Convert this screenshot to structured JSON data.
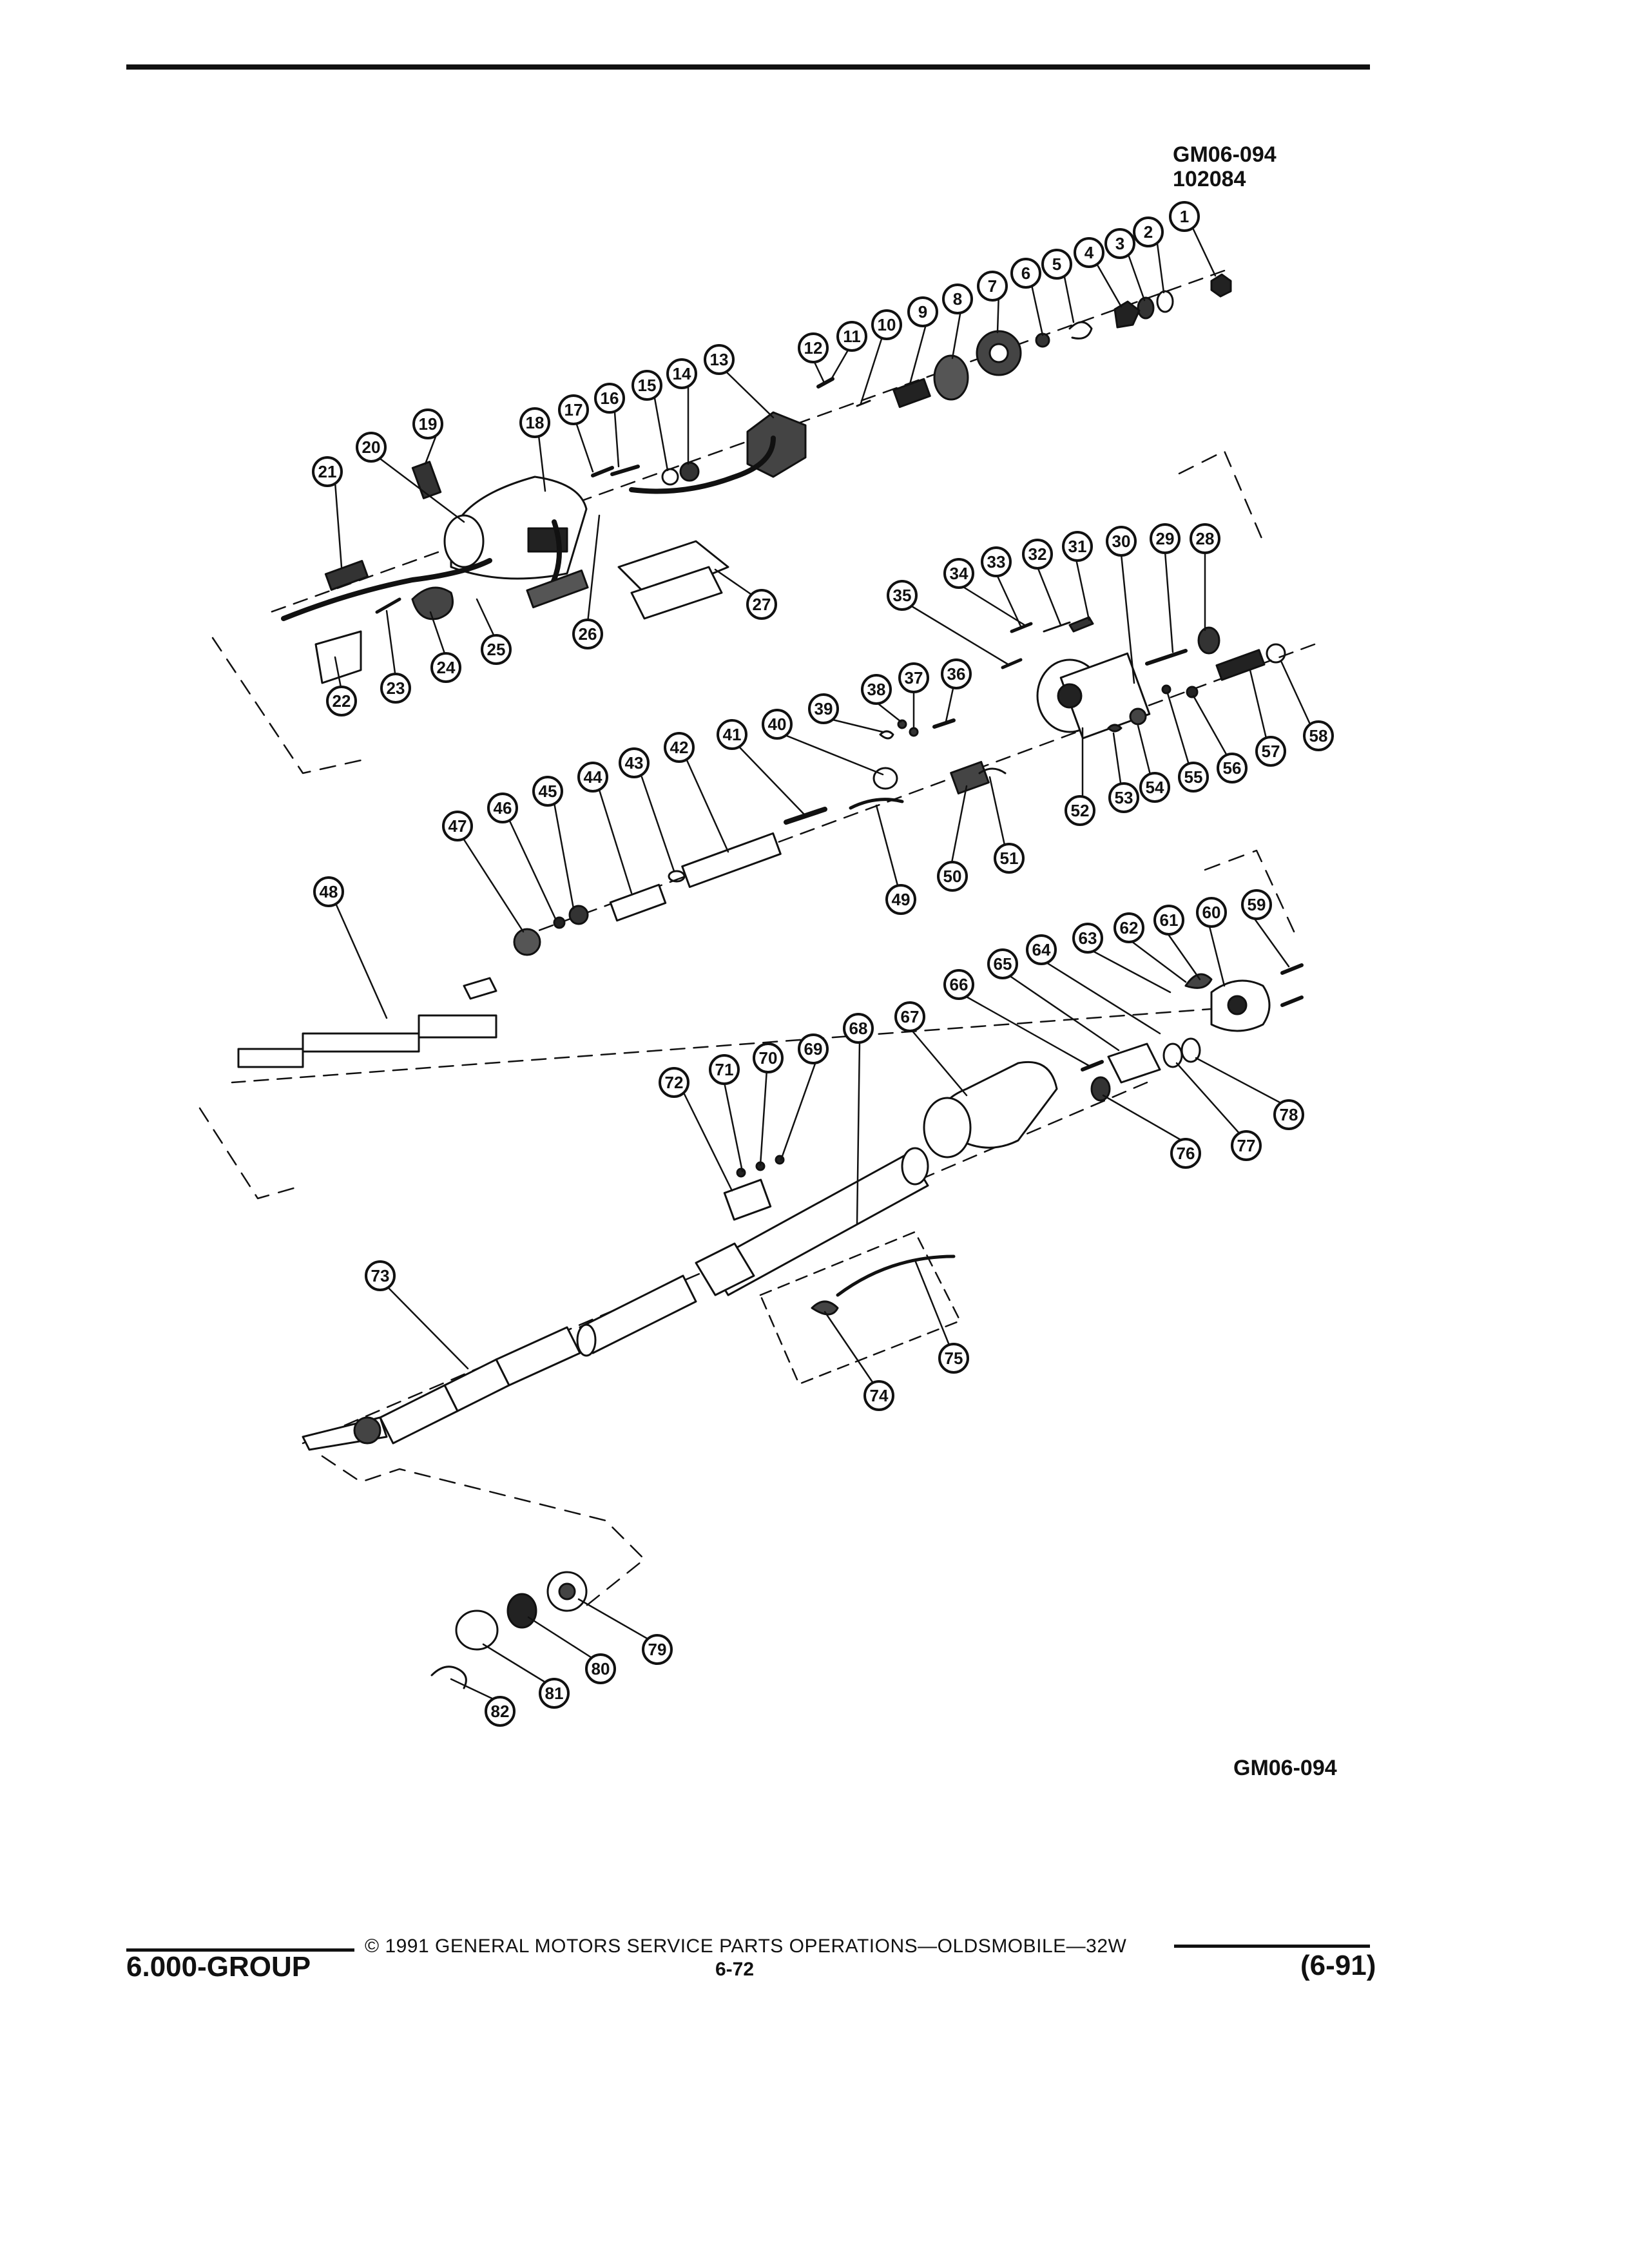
{
  "header": {
    "figure_code": "GM06-094",
    "figure_date": "102084"
  },
  "diagram": {
    "callouts": [
      "1",
      "2",
      "3",
      "4",
      "5",
      "6",
      "7",
      "8",
      "9",
      "10",
      "11",
      "12",
      "13",
      "14",
      "15",
      "16",
      "17",
      "18",
      "19",
      "20",
      "21",
      "22",
      "23",
      "24",
      "25",
      "26",
      "27",
      "28",
      "29",
      "30",
      "31",
      "32",
      "33",
      "34",
      "35",
      "36",
      "37",
      "38",
      "39",
      "40",
      "41",
      "42",
      "43",
      "44",
      "45",
      "46",
      "47",
      "48",
      "49",
      "50",
      "51",
      "52",
      "53",
      "54",
      "55",
      "56",
      "57",
      "58",
      "59",
      "60",
      "61",
      "62",
      "63",
      "64",
      "65",
      "66",
      "67",
      "68",
      "69",
      "70",
      "71",
      "72",
      "73",
      "74",
      "75",
      "76",
      "77",
      "78",
      "79",
      "80",
      "81",
      "82"
    ]
  },
  "bottom_code": "GM06-094",
  "footer": {
    "group": "6.000-GROUP",
    "copyright": "© 1991 GENERAL MOTORS SERVICE PARTS OPERATIONS—OLDSMOBILE—32W",
    "page": "6-72",
    "revision": "(6-91)"
  },
  "colors": {
    "ink": "#111111",
    "paper": "#ffffff"
  }
}
